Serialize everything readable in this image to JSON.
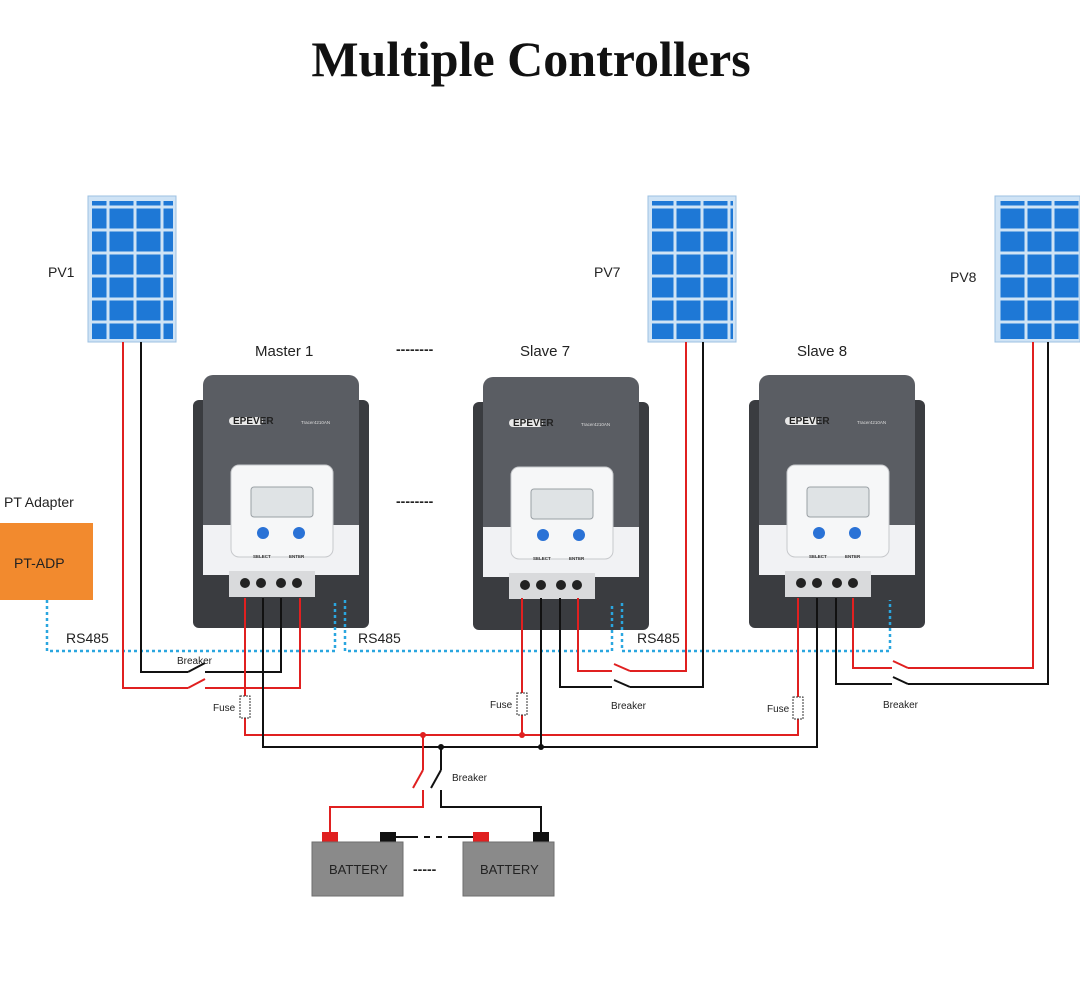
{
  "title": "Multiple Controllers",
  "panels": [
    {
      "label": "PV1"
    },
    {
      "label": "PV7"
    },
    {
      "label": "PV8"
    }
  ],
  "controllers": [
    {
      "label": "Master 1",
      "brand": "EPEVER",
      "model": "Tracer4210AN",
      "btn_select": "SELECT",
      "btn_enter": "ENTER"
    },
    {
      "label": "Slave 7",
      "brand": "EPEVER",
      "model": "Tracer4210AN",
      "btn_select": "SELECT",
      "btn_enter": "ENTER"
    },
    {
      "label": "Slave 8",
      "brand": "EPEVER",
      "model": "Tracer4210AN",
      "btn_select": "SELECT",
      "btn_enter": "ENTER"
    }
  ],
  "ellipsis": "--------",
  "adapter": {
    "caption": "PT Adapter",
    "box_label": "PT-ADP"
  },
  "bus": {
    "rs485_labels": [
      "RS485",
      "RS485",
      "RS485"
    ]
  },
  "components": {
    "breaker": "Breaker",
    "fuse": "Fuse"
  },
  "batteries": [
    {
      "label": "BATTERY"
    },
    {
      "label": "BATTERY"
    }
  ],
  "battery_ellipsis": "-----",
  "colors": {
    "positive": "#e02020",
    "negative": "#111111",
    "rs485": "#2aa6df",
    "adapter": "#f28a2e",
    "panel": "#1e78d6",
    "controller": "#5a5d63",
    "battery": "#8a8a8a"
  }
}
